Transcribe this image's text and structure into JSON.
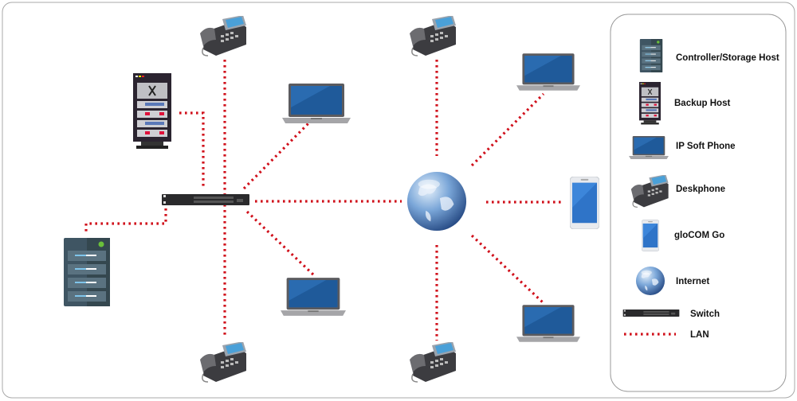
{
  "legend": {
    "items": [
      {
        "icon": "storage-host-icon",
        "label": "Controller/Storage Host"
      },
      {
        "icon": "backup-host-icon",
        "label": "Backup Host"
      },
      {
        "icon": "laptop-icon",
        "label": "IP Soft Phone"
      },
      {
        "icon": "deskphone-icon",
        "label": "Deskphone"
      },
      {
        "icon": "mobile-icon",
        "label": "gloCOM Go"
      },
      {
        "icon": "globe-icon",
        "label": "Internet"
      },
      {
        "icon": "switch-icon",
        "label": "Switch"
      },
      {
        "icon": "lan-line-icon",
        "label": "LAN"
      }
    ]
  },
  "colors": {
    "lan": "#d0101b",
    "frame": "#999999"
  }
}
